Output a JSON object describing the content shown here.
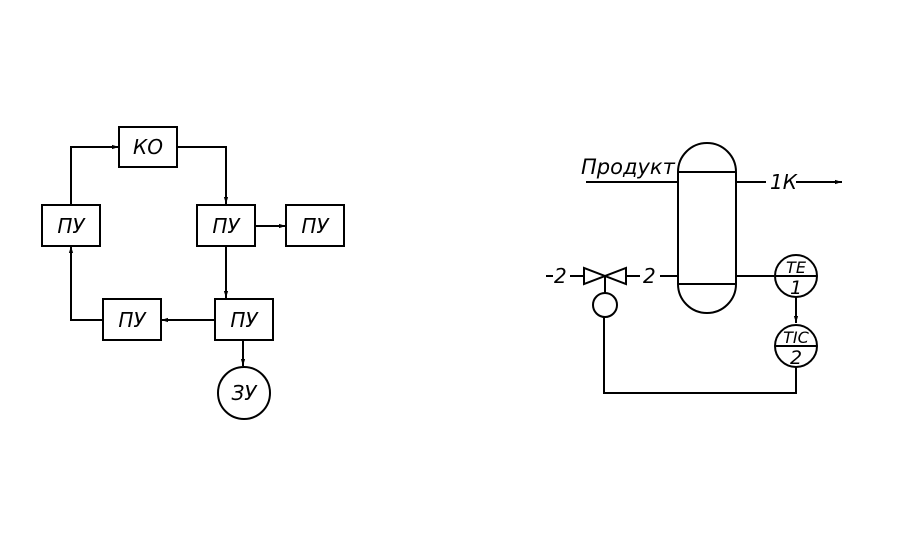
{
  "left_diagram": {
    "ko_block": "КО",
    "pu_left": "ПУ",
    "pu_center": "ПУ",
    "pu_right": "ПУ",
    "pu_bottom_left": "ПУ",
    "pu_bottom_center": "ПУ",
    "zu_circle": "ЗУ"
  },
  "right_diagram": {
    "product_label": "Продукт",
    "outlet_label": "1К",
    "line_label_left": "2",
    "line_label_right": "2",
    "sensor_tag": "TE",
    "sensor_number": "1",
    "controller_tag": "TIC",
    "controller_number": "2"
  }
}
